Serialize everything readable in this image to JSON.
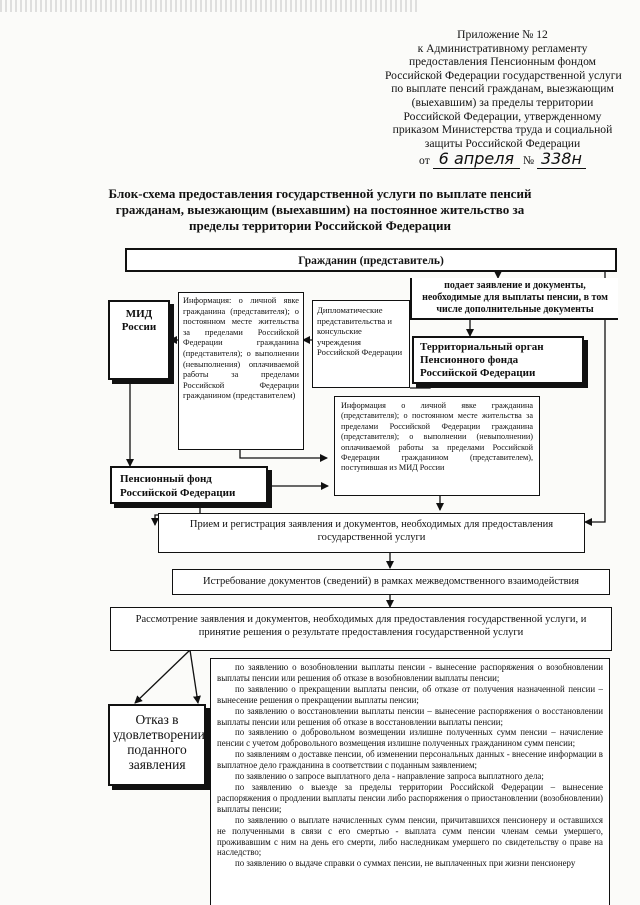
{
  "annex": {
    "line1": "Приложение № 12",
    "line2": "к Административному регламенту",
    "line3": "предоставления Пенсионным фондом",
    "line4": "Российской Федерации государственной услуги",
    "line5": "по выплате пенсий гражданам, выезжающим",
    "line6": "(выехавшим) за пределы территории",
    "line7": "Российской Федерации, утвержденному",
    "line8": "приказом Министерства труда и социальной",
    "line9": "защиты  Российской Федерации",
    "date_prefix": "от",
    "date_handwritten": "6 апреля",
    "number_prefix": "№",
    "number_handwritten": "338н"
  },
  "title": "Блок-схема предоставления государственной услуги по выплате пенсий гражданам, выезжающим (выехавшим) на постоянное жительство за пределы территории Российской Федерации",
  "boxes": {
    "citizens": "Гражданин (представитель)",
    "submits": "подает заявление и документы, необходимые для выплаты пенсии, в том числе дополнительные документы",
    "mid": "МИД России",
    "mid_info": "Информация: о личной явке гражданина (представителя); о постоянном месте жительства за пределами Российской Федерации гражданина (представителя); о выполнении (невыполнения) оплачиваемой работы за пределами Российской Федерации гражданином (представителем)",
    "diplomatic": "Дипломатические представительства и консульские учреждения Российской Федерации",
    "territorial": "Территориальный орган Пенсионного фонда Российской Федерации",
    "territorial_info": "Информация о личной явке гражданина (представителя); о постоянном месте жительства за пределами Российской Федерации гражданина (представителя); о выполнении (невыполнении) оплачиваемой работы за пределами Российской Федерации гражданином (представителем), поступившая из МИД России",
    "pfr": "Пенсионный фонд Российской Федерации",
    "reception": "Прием и регистрация заявления и документов, необходимых для предоставления государственной услуги",
    "request": "Истребование документов (сведений) в рамках межведомственного взаимодействия",
    "consideration": "Рассмотрение заявления и документов, необходимых для предоставления государственной услуги, и принятие решения о результате предоставления государственной услуги",
    "refusal": "Отказ в удовлетворении поданного заявления"
  },
  "decisions": [
    "по заявлению о возобновлении выплаты пенсии - вынесение распоряжения о возобновлении выплаты пенсии или решения об отказе в возобновлении выплаты пенсии;",
    "по заявлению о прекращении выплаты пенсии, об отказе от получения назначенной пенсии – вынесение решения о прекращении выплаты пенсии;",
    "по заявлению о восстановлении выплаты пенсии – вынесение распоряжения о восстановлении выплаты пенсии или решения об отказе в восстановлении выплаты пенсии;",
    "по заявлению о добровольном возмещении излишне полученных сумм пенсии – начисление пенсии с учетом добровольного возмещения излишне полученных гражданином сумм пенсии;",
    "по заявлениям о доставке пенсии, об изменении персональных данных - внесение информации в выплатное  дело гражданина в соответствии с поданным заявлением;",
    "по заявлению о запросе выплатного  дела - направление запроса выплатного  дела;",
    "по заявлению о выезде за пределы территории Российской Федерации – вынесение распоряжения о продлении выплаты пенсии либо распоряжения о приостановлении (возобновлении) выплаты пенсии;",
    "по заявлению о выплате начисленных сумм пенсии, причитавшихся пенсионеру и оставшихся не полученными в связи с его смертью - выплата сумм пенсии членам семьи умершего, проживавшим с ним на день его смерти, либо наследникам умершего по свидетельству о праве на наследство;",
    "по заявлению о выдаче справки о суммах пенсии, не выплаченных при жизни пенсионеру"
  ]
}
